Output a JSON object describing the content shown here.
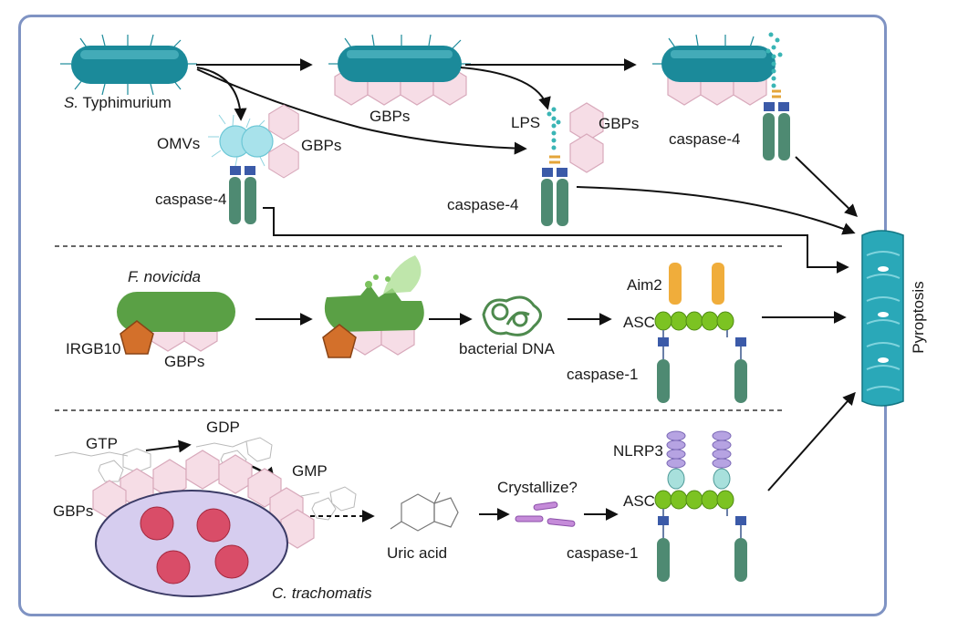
{
  "row1": {
    "s_typhimurium_prefix": "S.",
    "s_typhimurium_suffix": " Typhimurium",
    "gbps_top": "GBPs",
    "omvs": "OMVs",
    "gbps_omv": "GBPs",
    "lps": "LPS",
    "gbps_lps": "GBPs",
    "caspase4_a": "caspase-4",
    "caspase4_b": "caspase-4",
    "caspase4_c": "caspase-4"
  },
  "row2": {
    "f_novicida": "F. novicida",
    "irgb10": "IRGB10",
    "gbps": "GBPs",
    "bacterial_dna": "bacterial DNA",
    "aim2": "Aim2",
    "asc": "ASC",
    "caspase1": "caspase-1"
  },
  "row3": {
    "gtp": "GTP",
    "gdp": "GDP",
    "gmp": "GMP",
    "gbps": "GBPs",
    "uric_acid": "Uric acid",
    "crystallize": "Crystallize?",
    "nlrp3": "NLRP3",
    "asc": "ASC",
    "caspase1": "caspase-1",
    "c_trachomatis": "C. trachomatis"
  },
  "outcome": {
    "pyroptosis": "Pyroptosis"
  },
  "colors": {
    "bacterium": "#1b8a9a",
    "gbp_fill": "#f6dde6",
    "gbp_stroke": "#d8a9bb",
    "caspase": "#4e8a72",
    "card": "#3b5aa8",
    "asc": "#7cc322",
    "aim2": "#f0ad3b",
    "nlrp3": "#b6a3e2",
    "irgb10": "#d3702b",
    "francisella": "#5aa045",
    "inclusion": "#d6cdef",
    "chlamydia": "#d94d68",
    "membrane": "#2aa8b8",
    "frame": "#7f93c3"
  }
}
